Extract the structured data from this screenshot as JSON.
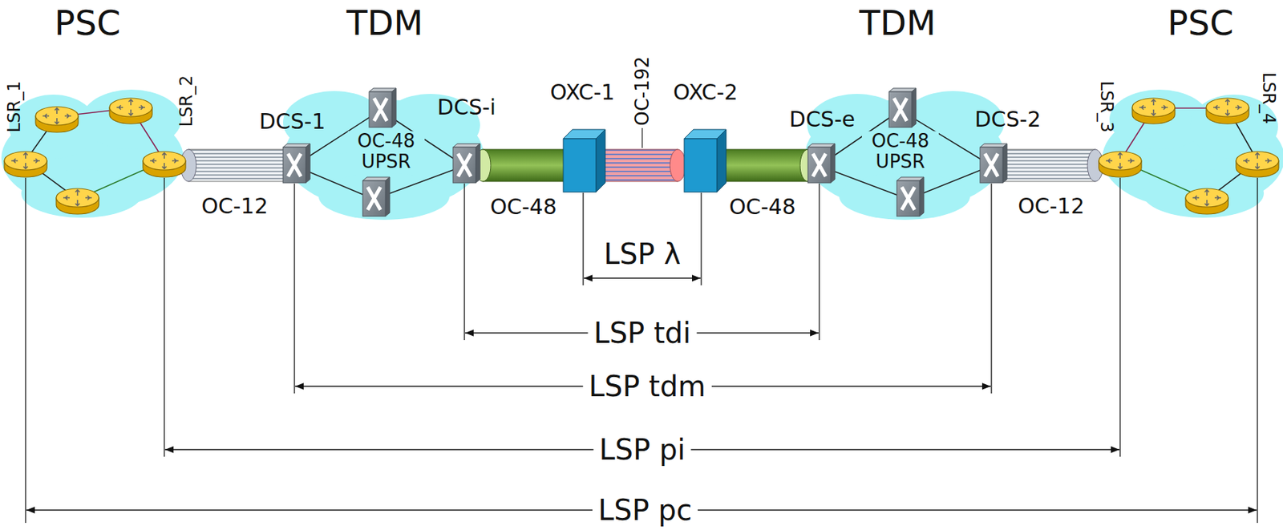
{
  "diagram": {
    "labels": [
      "PSC",
      "TDM",
      "TDM",
      "PSC",
      "LSR_1",
      "LSR_2",
      "DCS-1",
      "OC-48 UPSR",
      "DCS-i",
      "OXC-1",
      "OC-192",
      "OXC-2",
      "DCS-e",
      "OC-48 UPSR",
      "DCS-2",
      "LSR_3",
      "LSR_4",
      "OC-12",
      "OC-48",
      "OC-48",
      "OC-12",
      "LSP λ",
      "LSP tdi",
      "LSP tdm",
      "LSP pi",
      "LSP pc"
    ]
  }
}
